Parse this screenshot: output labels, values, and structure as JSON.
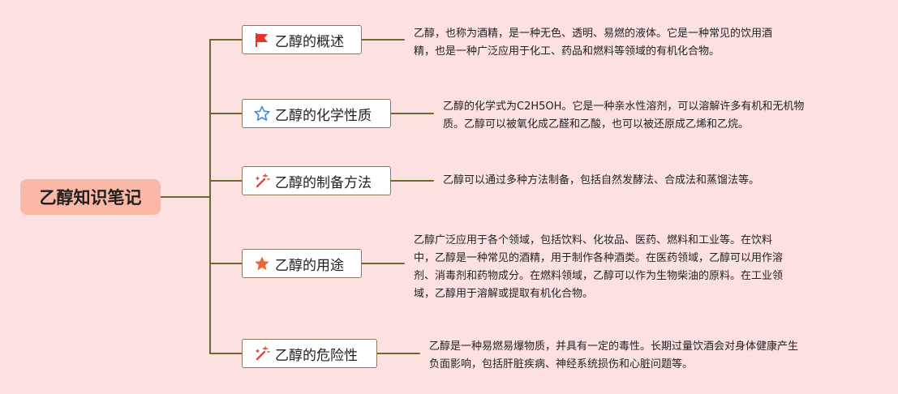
{
  "root": {
    "label": "乙醇知识笔记"
  },
  "topics": [
    {
      "label": "乙醇的概述",
      "icon": "red-flag-icon",
      "description_lines": [
        "乙醇，也称为酒精，是一种无色、透明、易燃的液体。它是一种常见的饮用酒",
        "精，也是一种广泛应用于化工、药品和燃料等领域的有机化合物。"
      ]
    },
    {
      "label": "乙醇的化学性质",
      "icon": "star-outline-icon",
      "description_lines": [
        "乙醇的化学式为C2H5OH。它是一种亲水性溶剂，可以溶解许多有机和无机物",
        "质。乙醇可以被氧化成乙醛和乙酸，也可以被还原成乙烯和乙烷。"
      ]
    },
    {
      "label": "乙醇的制备方法",
      "icon": "magic-wand-icon",
      "description_lines": [
        "乙醇可以通过多种方法制备，包括自然发酵法、合成法和蒸馏法等。"
      ]
    },
    {
      "label": "乙醇的用途",
      "icon": "star-filled-icon",
      "description_lines": [
        "乙醇广泛应用于各个领域，包括饮料、化妆品、医药、燃料和工业等。在饮料",
        "中，乙醇是一种常见的酒精，用于制作各种酒类。在医药领域，乙醇可以用作溶",
        "剂、消毒剂和药物成分。在燃料领域，乙醇可以作为生物柴油的原料。在工业领",
        "域，乙醇用于溶解或提取有机化合物。"
      ]
    },
    {
      "label": "乙醇的危险性",
      "icon": "magic-wand-icon",
      "description_lines": [
        "乙醇是一种易燃易爆物质，并具有一定的毒性。长期过量饮酒会对身体健康产生",
        "负面影响，包括肝脏疾病、神经系统损伤和心脏问题等。"
      ]
    }
  ],
  "colors": {
    "background": "#fde1e1",
    "root_fill": "#fbb8a6",
    "connector": "#6b6a2e",
    "flag": "#e8332a",
    "star_outline": "#3a8fd8",
    "star_filled": "#e8663a",
    "wand": "#e0473a"
  }
}
